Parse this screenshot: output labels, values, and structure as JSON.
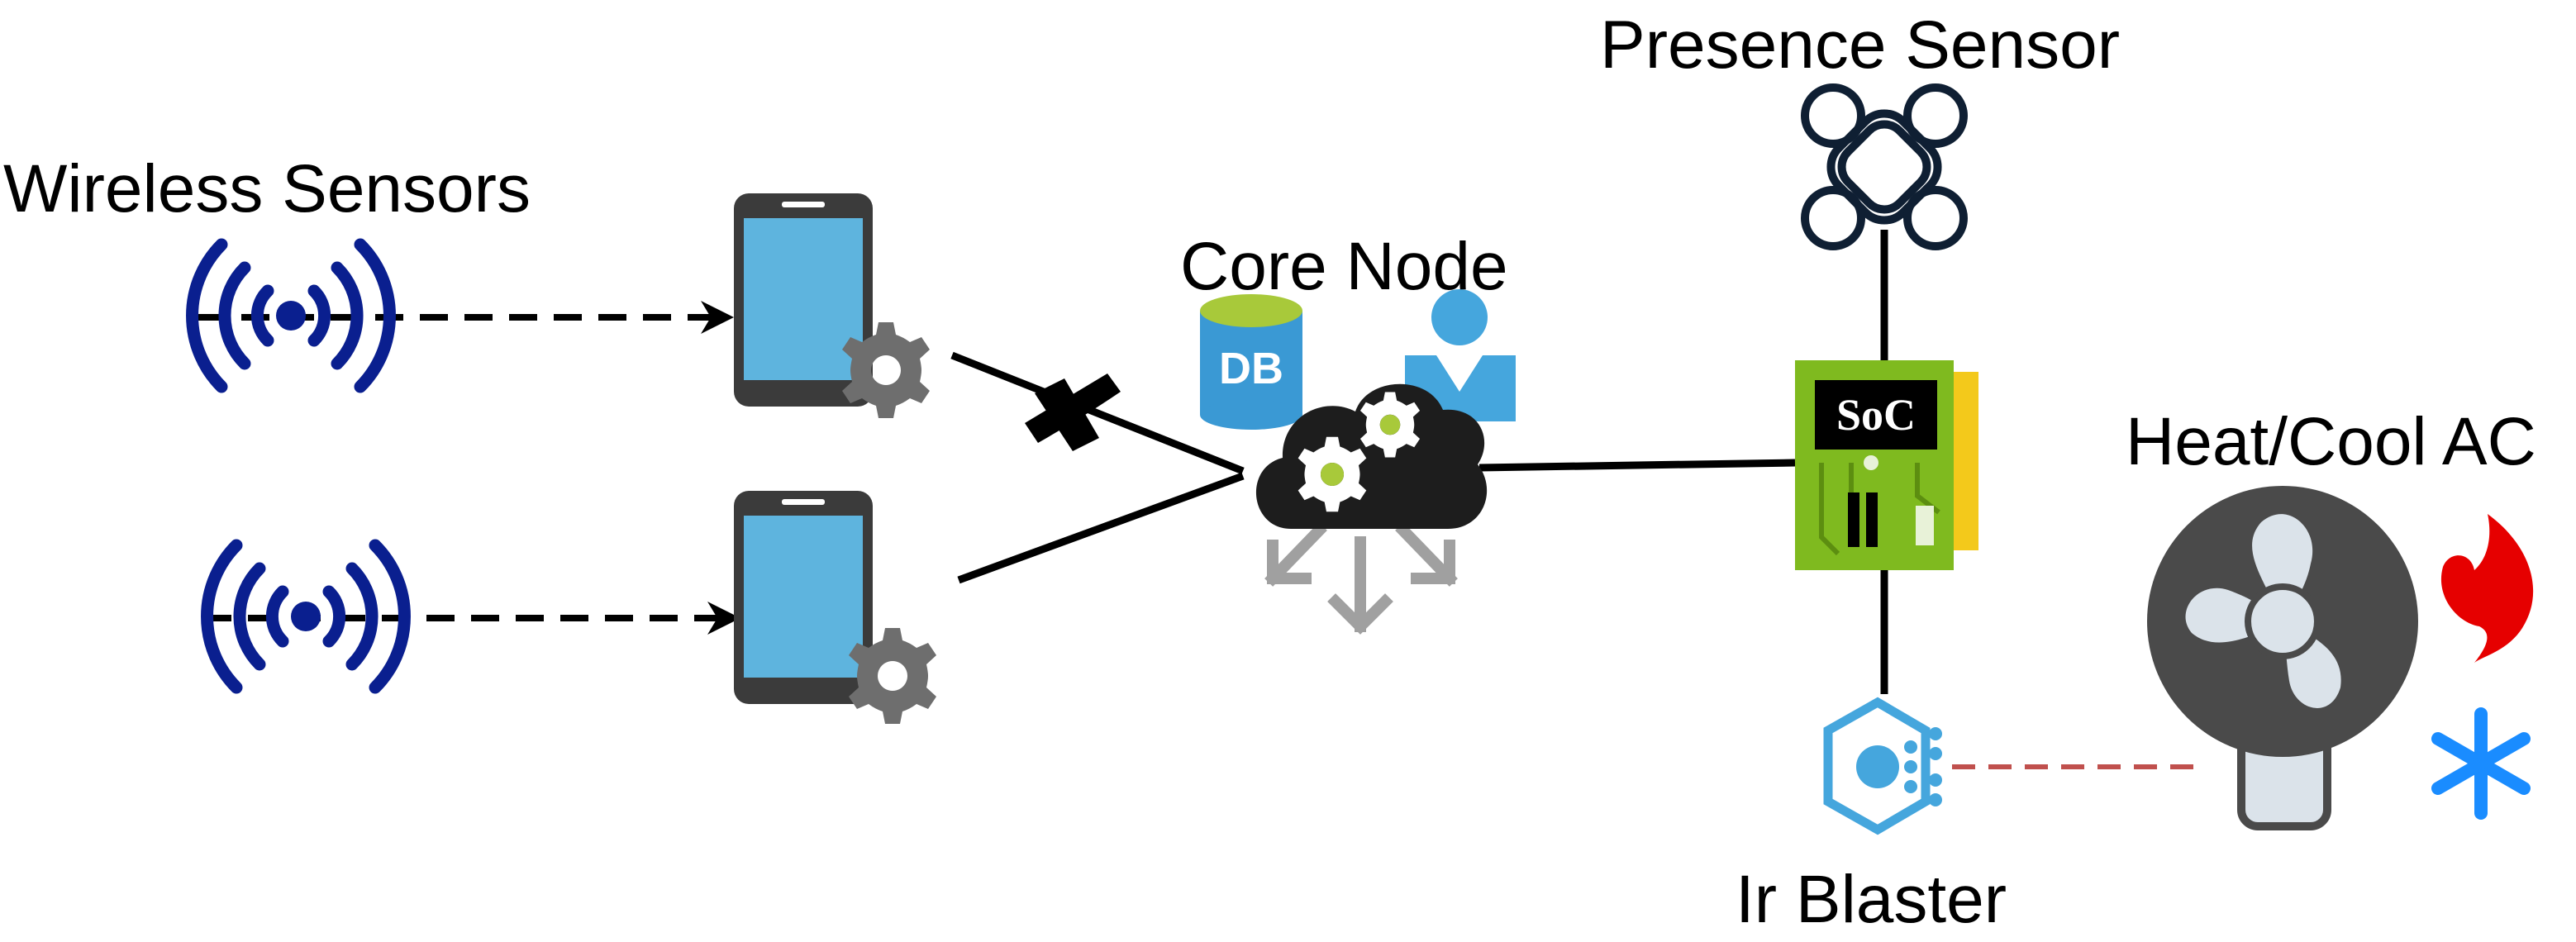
{
  "labels": {
    "wireless_sensors": "Wireless Sensors",
    "core_node": "Core Node",
    "presence_sensor": "Presence Sensor",
    "heat_cool_ac": "Heat/Cool AC",
    "ir_blaster": "Ir Blaster",
    "db": "DB",
    "soc": "SoC"
  },
  "colors": {
    "wireless_icon": "#0a1f8f",
    "phone_screen": "#5eb4de",
    "phone_body": "#3b3b3b",
    "gear": "#6e6e6e",
    "cloud": "#1d1d1d",
    "cloud_gear_center": "#a8c93a",
    "db_blue": "#3a99d4",
    "board_green": "#7fba1f",
    "board_gold": "#f3c91b",
    "fan_dark": "#4a4a4a",
    "fan_blade": "#dbe3ea",
    "flame_red": "#e60000",
    "snow_blue": "#1a8cff",
    "ir_blue": "#45a6dd",
    "ir_beam": "#c0504d"
  },
  "icons": [
    "wireless-icon",
    "smartphone-icon",
    "gear-icon",
    "database-icon",
    "user-icon",
    "cloud-icon",
    "presence-sensor-icon",
    "soc-board-icon",
    "ir-blaster-icon",
    "fan-icon",
    "flame-icon",
    "snowflake-icon"
  ]
}
